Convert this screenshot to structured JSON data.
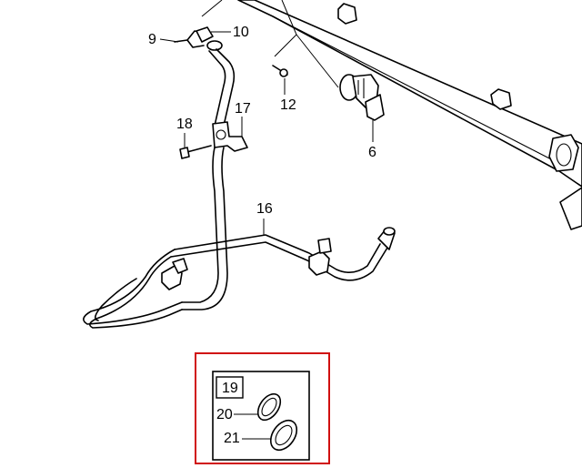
{
  "callouts": {
    "c6": "6",
    "c9": "9",
    "c10": "10",
    "c12": "12",
    "c16": "16",
    "c17": "17",
    "c18": "18",
    "c19": "19",
    "c20": "20",
    "c21": "21"
  },
  "colors": {
    "line": "#000000",
    "highlight_box": "#d01010",
    "background": "#ffffff"
  }
}
